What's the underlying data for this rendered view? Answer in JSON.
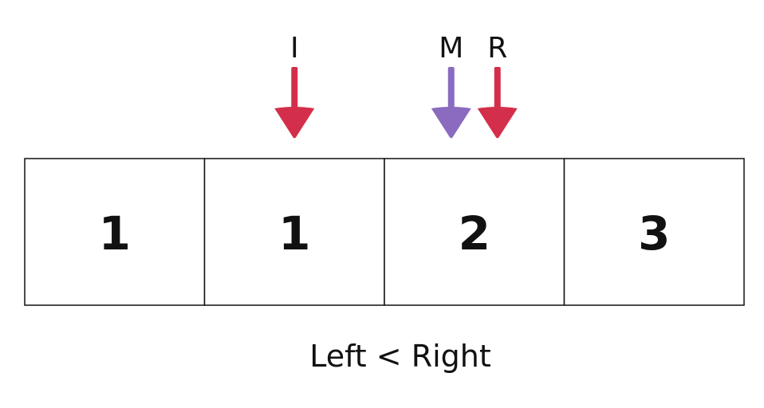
{
  "array": {
    "values": [
      "1",
      "1",
      "2",
      "3"
    ]
  },
  "pointers": [
    {
      "label": "I",
      "index": 1,
      "offset": "center",
      "color": "#d42f4a"
    },
    {
      "label": "M",
      "index": 2,
      "offset": "left",
      "color": "#8a6bbf"
    },
    {
      "label": "R",
      "index": 2,
      "offset": "right",
      "color": "#d42f4a"
    }
  ],
  "caption": "Left < Right",
  "colors": {
    "stroke": "#111111",
    "text": "#111111",
    "background": "#ffffff"
  }
}
